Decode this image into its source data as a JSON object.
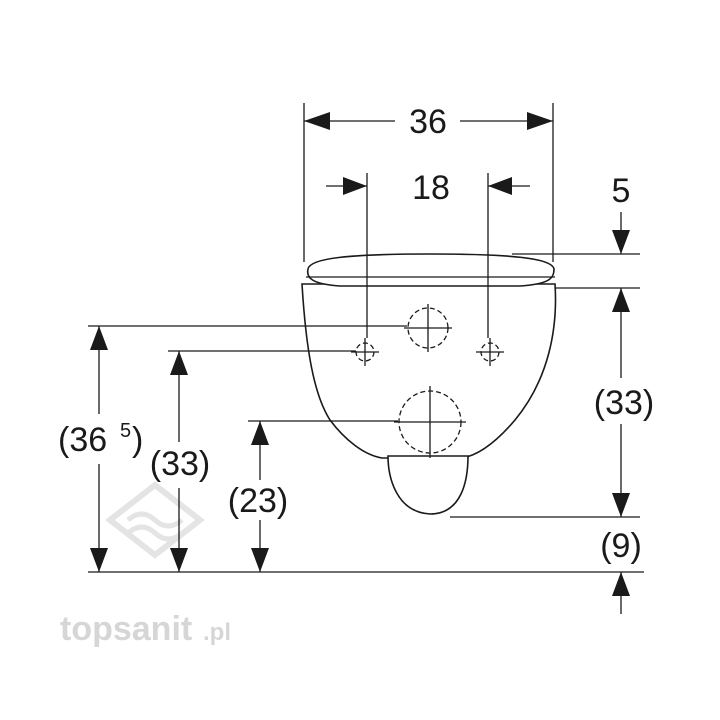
{
  "dimensions": {
    "width_total": "36",
    "hole_spacing": "18",
    "seat_thickness": "5",
    "bowl_height": "(33)",
    "outlet_height": "(9)",
    "top_fixing": "(36",
    "top_fixing_sup": "5",
    "top_fixing_close": ")",
    "lower_fixing": "(33)",
    "drain_height": "(23)"
  },
  "watermark": {
    "brand": "topsanit",
    "suffix": ".pl"
  }
}
